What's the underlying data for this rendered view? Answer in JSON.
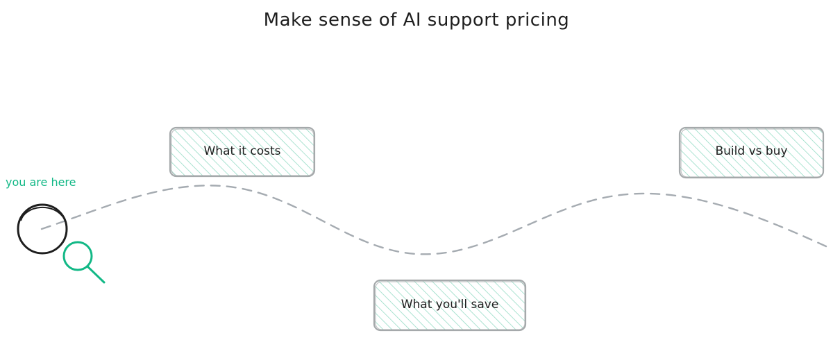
{
  "title": "Make sense of AI support pricing",
  "marker": {
    "label": "you are here",
    "color": "#12b886"
  },
  "cards": [
    {
      "label": "What it costs"
    },
    {
      "label": "What you'll save"
    },
    {
      "label": "Build vs buy"
    }
  ],
  "colors": {
    "card_border": "#a5a9ab",
    "hatch": "#96dcc6",
    "path": "#a5abb1",
    "text": "#1e1e1e",
    "circle": "#1e1e1e"
  },
  "icons": {
    "magnifier": "search-icon"
  }
}
